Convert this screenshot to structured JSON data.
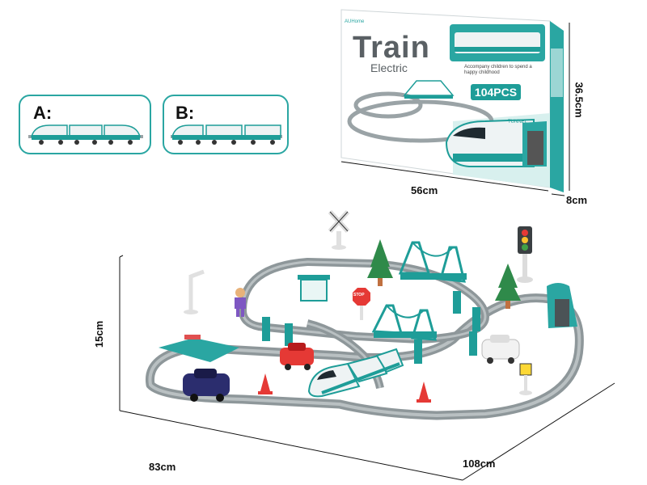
{
  "variants": [
    {
      "label": "A:"
    },
    {
      "label": "B:"
    }
  ],
  "box": {
    "title": "Train",
    "subtitle": "Electric",
    "tagline": "Accompany children to spend a happy childhood",
    "pieces": "104PCS",
    "brand": "AUHome",
    "tunnel_label": "TUNNEL",
    "dimensions": {
      "width": "56cm",
      "height": "36.5cm",
      "depth": "8cm"
    }
  },
  "set": {
    "dimensions": {
      "height": "15cm",
      "depth": "83cm",
      "width": "108cm"
    },
    "stop_sign": "STOP"
  },
  "colors": {
    "teal": "#1e9d98",
    "track_gray": "#9aa3a6",
    "box_teal": "#2aa6a2"
  }
}
